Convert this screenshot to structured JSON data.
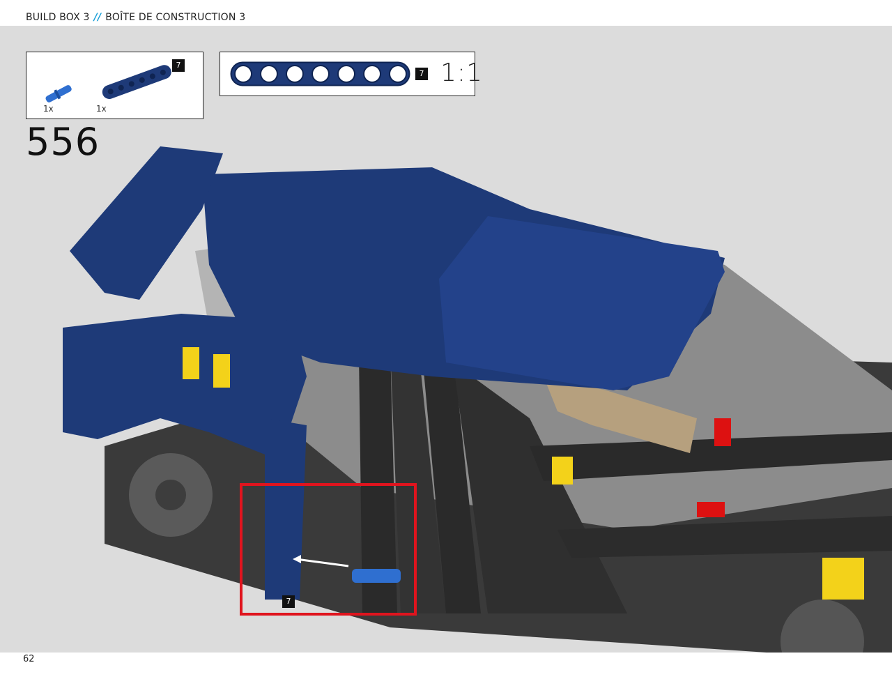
{
  "header": {
    "left": "BUILD BOX 3",
    "separator": "//",
    "right": "BOÎTE DE CONSTRUCTION 3"
  },
  "step": {
    "number": "556"
  },
  "parts_list": {
    "badge": "7",
    "items": [
      {
        "name": "blue-pin-icon",
        "qty": "1x"
      },
      {
        "name": "blue-beam-icon",
        "qty": "1x"
      }
    ]
  },
  "ruler": {
    "badge": "7",
    "scale": "1:1"
  },
  "callout": {
    "badge": "7"
  },
  "footer": {
    "page": "62"
  },
  "colors": {
    "accent": "#1aa0d8",
    "dark_blue": "#1e3a78",
    "callout_red": "#e0141e",
    "background_grey": "#dcdcdc"
  }
}
